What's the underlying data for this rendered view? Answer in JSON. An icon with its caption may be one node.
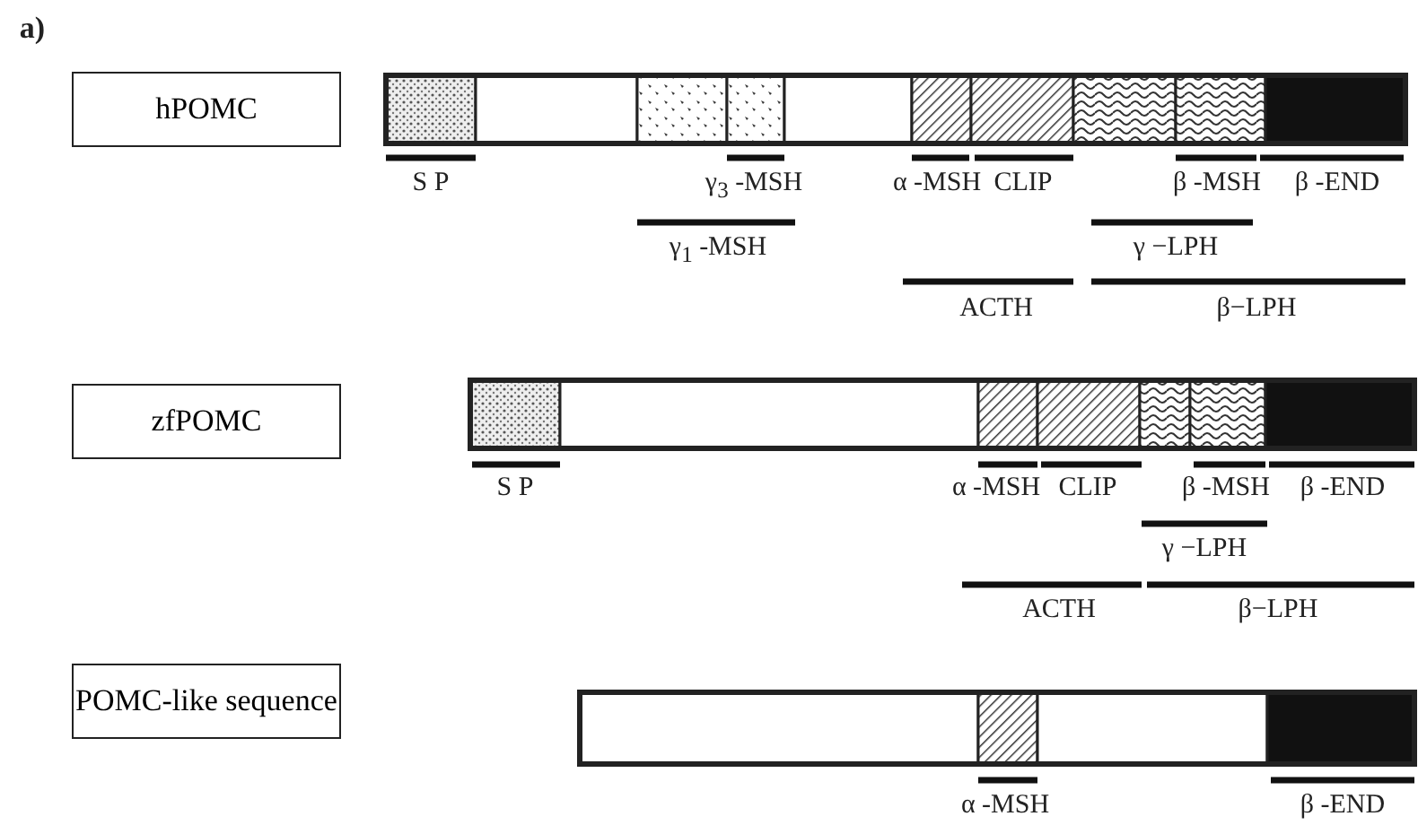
{
  "diagram": {
    "nodes": [
      {
        "text": [
          "hPOMC"
        ]
      },
      {
        "text": [
          "zfPOMC"
        ]
      },
      {
        "text": [
          "POMC-like sequence"
        ]
      }
    ],
    "labels": [
      "a)",
      "S P",
      "γ$_{3}$ -MSH",
      "α -MSH",
      "CLIP",
      "β -MSH",
      "β -END",
      "γ$_{1}$ -MSH",
      "γ −LPH",
      "ACTH",
      "β−LPH",
      "S P",
      "α -MSH",
      "CLIP",
      "β -MSH",
      "β -END",
      "γ −LPH",
      "ACTH",
      "β−LPH",
      "α -MSH",
      "β -END"
    ]
  }
}
